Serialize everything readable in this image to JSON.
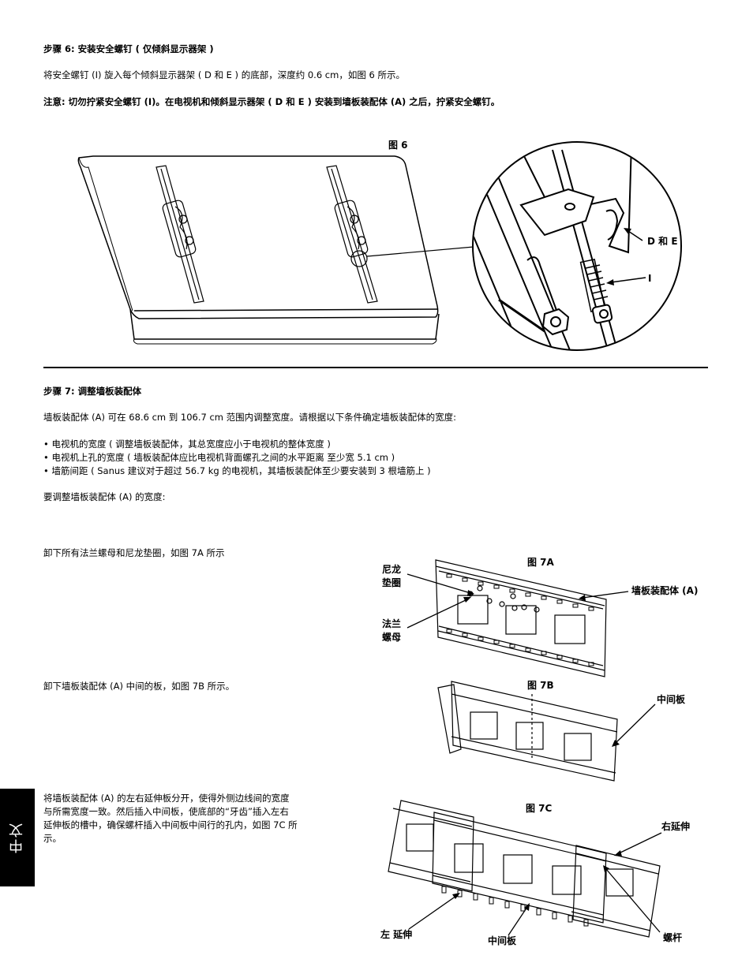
{
  "step6": {
    "heading": "步骤 6:  安装安全螺钉 ( 仅倾斜显示器架 )",
    "body": "将安全螺钉 (I) 旋入每个倾斜显示器架 ( D 和 E ) 的底部，深度约 0.6 cm，如图 6 所示。",
    "note": "注意:  切勿拧紧安全螺钉 (I)。在电视机和倾斜显示器架 ( D 和 E ) 安装到墙板装配体 (A) 之后，拧紧安全螺钉。",
    "figure_label": "图 6",
    "callout_de": "D 和 E",
    "callout_i": "I"
  },
  "step7": {
    "heading": "步骤 7:  调整墙板装配体",
    "intro": "墙板装配体 (A) 可在 68.6 cm 到 106.7 cm 范围内调整宽度。请根据以下条件确定墙板装配体的宽度:",
    "bullets": [
      "• 电视机的宽度 ( 调整墙板装配体，其总宽度应小于电视机的整体宽度 )",
      "• 电视机上孔的宽度 ( 墙板装配体应比电视机背面螺孔之间的水平距离 至少宽 5.1 cm )",
      "• 墙筋间距 ( Sanus 建议对于超过 56.7 kg 的电视机，其墙板装配体至少要安装到 3 根墙筋上 )"
    ],
    "adjust_intro": "要调整墙板装配体 (A) 的宽度:",
    "instr_a": "卸下所有法兰螺母和尼龙垫圈，如图 7A 所示",
    "instr_b": "卸下墙板装配体 (A) 中间的板，如图 7B 所示。",
    "instr_c": [
      "将墙板装配体 (A) 的左右延伸板分开，使得外侧边线间的宽度",
      "与所需宽度一致。然后插入中间板，使底部的“牙齿”插入左右",
      "延伸板的槽中，确保螺杆插入中间板中间行的孔内，如图 7C 所",
      "示。"
    ],
    "fig7a": {
      "label": "图 7A",
      "washer_1": "尼龙",
      "washer_2": "垫圈",
      "nut_1": "法兰",
      "nut_2": "螺母",
      "assembly": "墙板装配体 (A)"
    },
    "fig7b": {
      "label": "图 7B",
      "center": "中间板"
    },
    "fig7c": {
      "label": "图 7C",
      "right_ext": "右延伸",
      "left_ext": "左 延伸",
      "center": "中间板",
      "bolt": "螺杆"
    }
  },
  "side_tab": "中文"
}
